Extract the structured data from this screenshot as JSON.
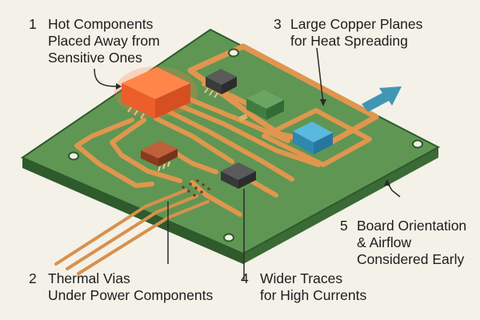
{
  "callouts": [
    {
      "number": "1",
      "lines": [
        "Hot Components",
        "Placed Away from",
        "Sensitive Ones"
      ]
    },
    {
      "number": "2",
      "lines": [
        "Thermal Vias",
        "Under Power Components"
      ]
    },
    {
      "number": "3",
      "lines": [
        "Large Copper Planes",
        "for Heat Spreading"
      ]
    },
    {
      "number": "4",
      "lines": [
        "Wider Traces",
        "for High Currents"
      ]
    },
    {
      "number": "5",
      "lines": [
        "Board Orientation",
        "& Airflow",
        "Considered Early"
      ]
    }
  ],
  "colors": {
    "background": "#f4f1e8",
    "board_green": "#5f9654",
    "board_edge": "#3c6b37",
    "copper": "#e0964e",
    "hot_component": "#f05a28",
    "airflow_arrow": "#3f97b4",
    "blue_chip": "#3d9ec4",
    "green_chip": "#4f8d4e",
    "resistor": "#a54a2a",
    "dark_chip": "#3b3b3b"
  }
}
